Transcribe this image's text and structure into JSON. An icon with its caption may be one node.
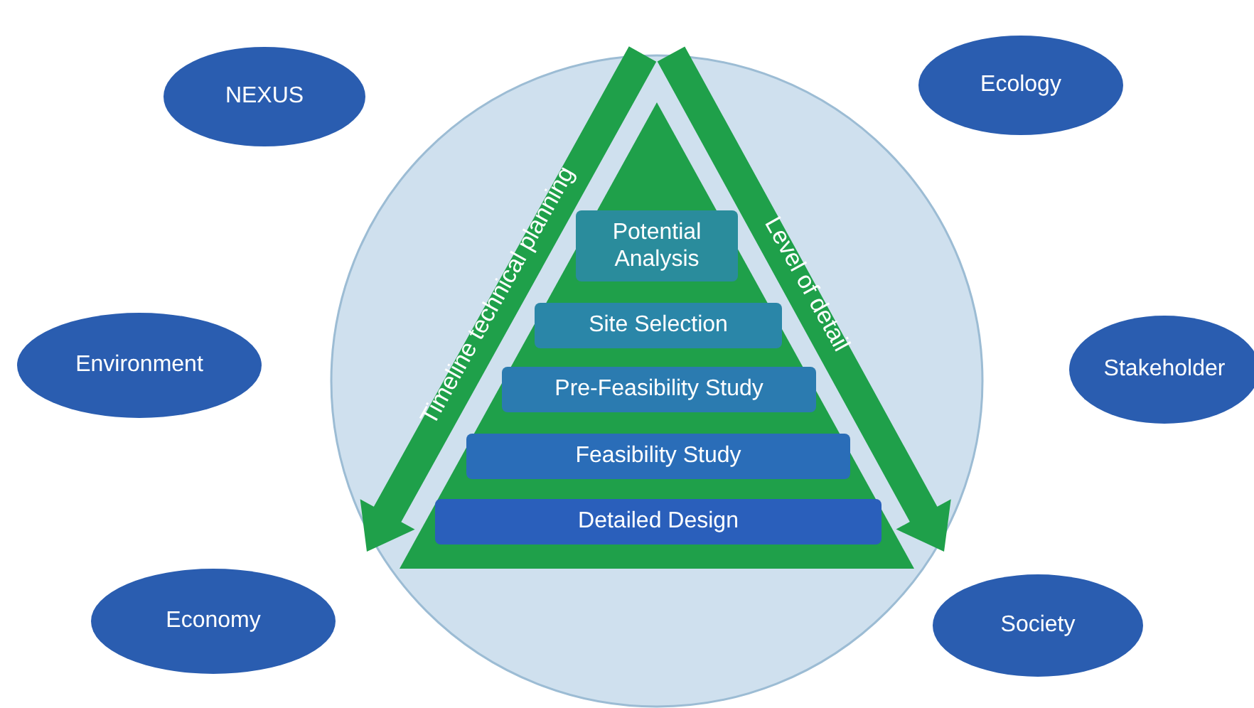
{
  "diagram": {
    "nodes": [
      {
        "text": [
          "NEXUS"
        ]
      },
      {
        "text": [
          "Ecology"
        ]
      },
      {
        "text": [
          "Environment"
        ]
      },
      {
        "text": [
          "Stakeholder"
        ]
      },
      {
        "text": [
          "Economy"
        ]
      },
      {
        "text": [
          "Society"
        ]
      },
      {
        "text": [
          "Potential Analysis"
        ]
      },
      {
        "text": [
          "Site Selection"
        ]
      },
      {
        "text": [
          "Pre-Feasibility Study"
        ]
      },
      {
        "text": [
          "Feasibility Study"
        ]
      },
      {
        "text": [
          "Detailed Design"
        ]
      }
    ],
    "labels": [
      "Timeline technical planning",
      "Level of detail"
    ]
  }
}
